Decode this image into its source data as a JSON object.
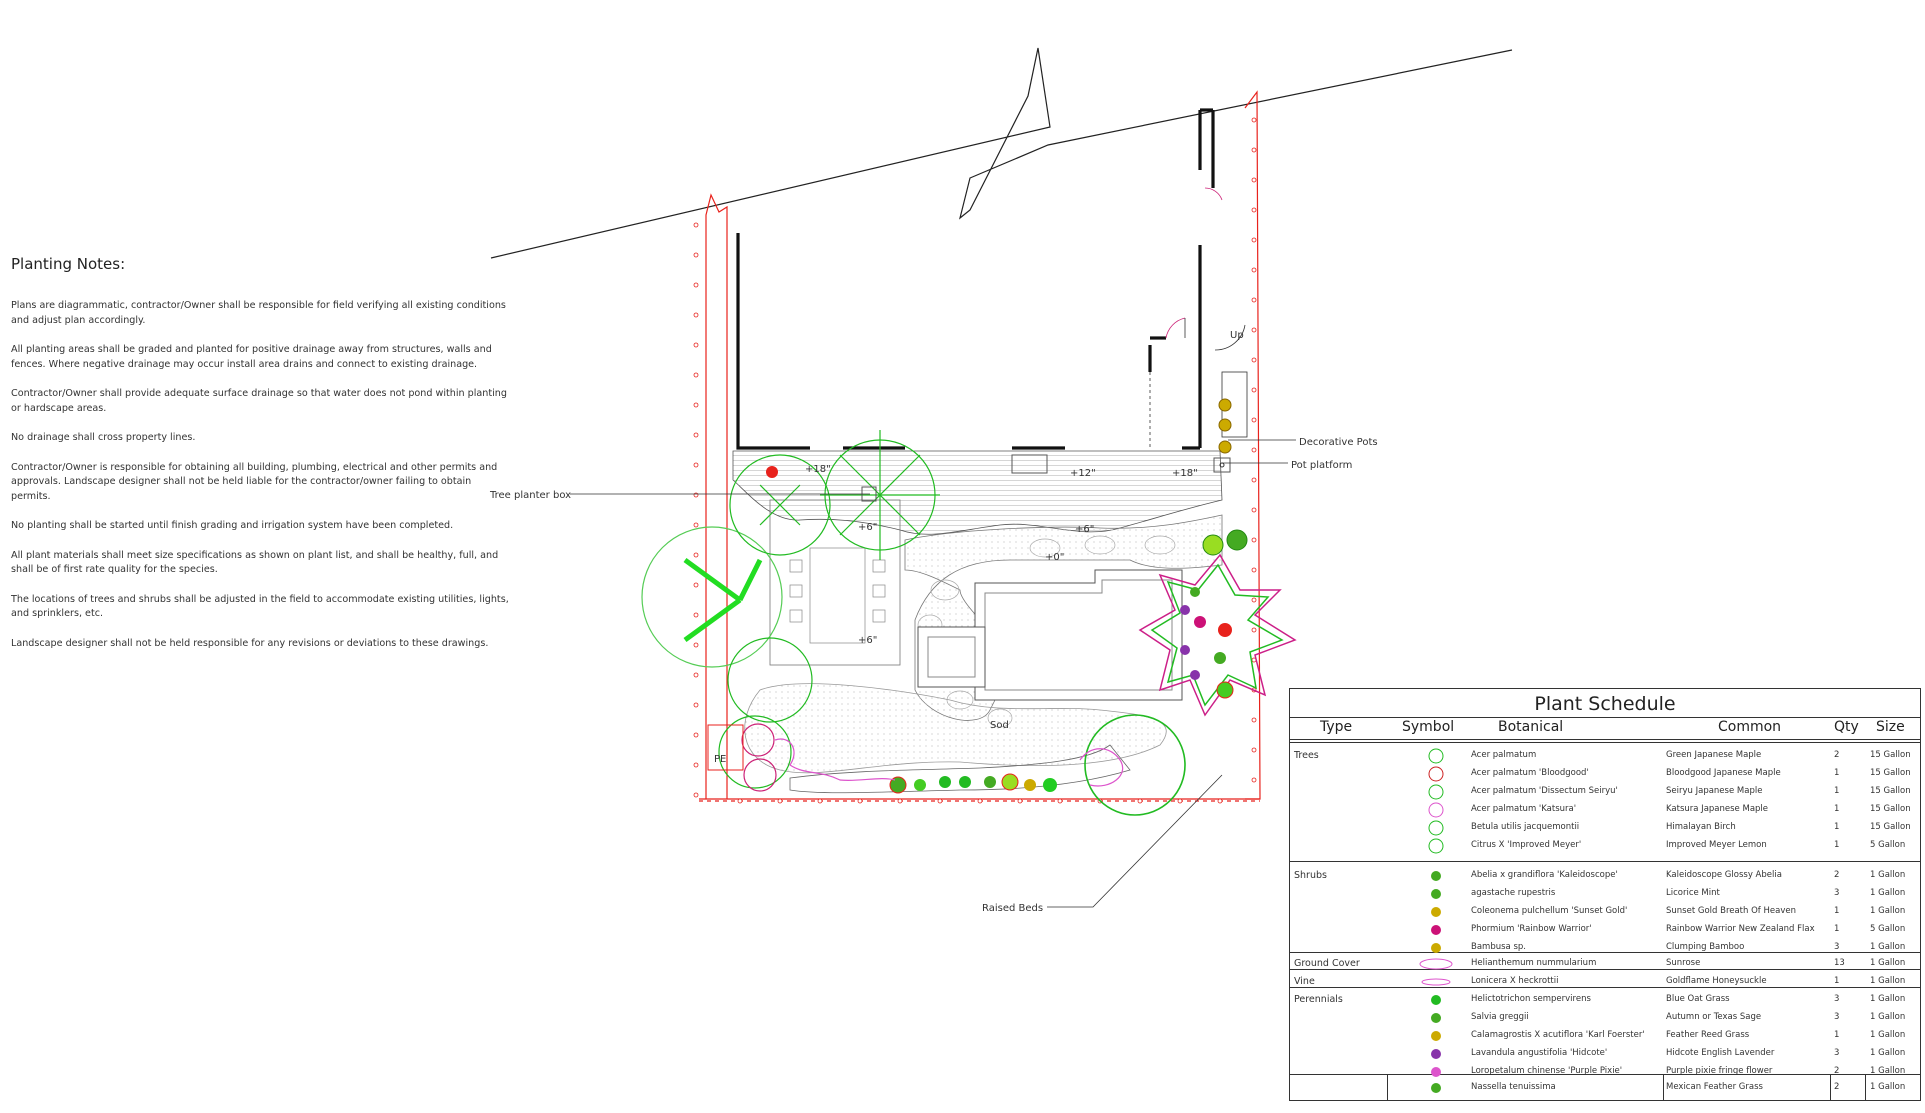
{
  "planting_notes": {
    "title": "Planting Notes:",
    "notes": [
      "Plans are diagrammatic, contractor/Owner shall be responsible for field verifying all existing conditions and adjust plan accordingly.",
      "All planting areas shall be graded and planted for positive drainage away from structures, walls and fences.  Where negative drainage may occur install area drains and connect to existing drainage.",
      "Contractor/Owner shall provide adequate surface drainage so that water does not pond within planting or hardscape areas.",
      "No drainage shall cross property lines.",
      "Contractor/Owner is responsible for obtaining all building, plumbing, electrical and other permits and approvals.  Landscape designer shall not be held liable for the contractor/owner failing to obtain permits.",
      "No planting shall be started until finish grading and irrigation system have been completed.",
      "All plant materials shall meet size specifications as shown on plant list, and shall be healthy, full, and shall be of first rate quality for the species.",
      "The locations of trees and shrubs shall be adjusted in the field to accommodate existing utilities, lights, and sprinklers, etc.",
      "Landscape designer shall not be held responsible for any revisions or deviations to these drawings."
    ]
  },
  "plan_labels": {
    "up": "Up",
    "decorative_pots": "Decorative Pots",
    "pot_platform": "Pot platform",
    "tree_planter_box": "Tree planter box",
    "raised_beds": "Raised Beds",
    "sod": "Sod",
    "pe": "PE",
    "elev_18_left": "+18\"",
    "elev_12": "+12\"",
    "elev_18_right": "+18\"",
    "elev_6_top": "+6\"",
    "elev_6_right": "+6\"",
    "elev_0": "+0\"",
    "elev_6_bottom": "+6\""
  },
  "plant_schedule": {
    "title": "Plant Schedule",
    "headers": {
      "type": "Type",
      "symbol": "Symbol",
      "botanical": "Botanical",
      "common": "Common",
      "qty": "Qty",
      "size": "Size"
    },
    "colors": {
      "tree": "#22bb22",
      "tree_red": "#cc2222",
      "shrub_green": "#44aa22",
      "shrub_yellow": "#ccaa00",
      "shrub_magenta": "#cc1177",
      "groundcover": "#dd55cc",
      "perennial_purple": "#8833aa",
      "property_line": "#e8221c",
      "building": "#111111"
    },
    "rows": [
      {
        "type": "Trees",
        "symbol": "acer-palmatum-icon",
        "botanical": "Acer palmatum",
        "common": "Green Japanese Maple",
        "qty": "2",
        "size": "15 Gallon"
      },
      {
        "type": "",
        "symbol": "bloodgood-maple-icon",
        "botanical": "Acer palmatum 'Bloodgood'",
        "common": "Bloodgood Japanese Maple",
        "qty": "1",
        "size": "15 Gallon"
      },
      {
        "type": "",
        "symbol": "seiryu-maple-icon",
        "botanical": "Acer palmatum 'Dissectum Seiryu'",
        "common": "Seiryu Japanese Maple",
        "qty": "1",
        "size": "15 Gallon"
      },
      {
        "type": "",
        "symbol": "katsura-maple-icon",
        "botanical": "Acer palmatum 'Katsura'",
        "common": "Katsura Japanese Maple",
        "qty": "1",
        "size": "15 Gallon"
      },
      {
        "type": "",
        "symbol": "birch-icon",
        "botanical": "Betula utilis jacquemontii",
        "common": "Himalayan Birch",
        "qty": "1",
        "size": "15 Gallon"
      },
      {
        "type": "",
        "symbol": "citrus-icon",
        "botanical": "Citrus X 'Improved Meyer'",
        "common": "Improved Meyer Lemon",
        "qty": "1",
        "size": "5 Gallon"
      },
      {
        "type": "Shrubs",
        "symbol": "abelia-icon",
        "botanical": "Abelia x grandiflora 'Kaleidoscope'",
        "common": "Kaleidoscope Glossy Abelia",
        "qty": "2",
        "size": "1 Gallon"
      },
      {
        "type": "",
        "symbol": "agastache-icon",
        "botanical": "agastache rupestris",
        "common": "Licorice Mint",
        "qty": "3",
        "size": "1 Gallon"
      },
      {
        "type": "",
        "symbol": "coleonema-icon",
        "botanical": "Coleonema pulchellum 'Sunset Gold'",
        "common": "Sunset Gold Breath Of Heaven",
        "qty": "1",
        "size": "1 Gallon"
      },
      {
        "type": "",
        "symbol": "phormium-icon",
        "botanical": "Phormium 'Rainbow Warrior'",
        "common": "Rainbow Warrior New Zealand Flax",
        "qty": "1",
        "size": "5 Gallon"
      },
      {
        "type": "",
        "symbol": "bamboo-icon",
        "botanical": "Bambusa sp.",
        "common": "Clumping Bamboo",
        "qty": "3",
        "size": "1 Gallon"
      },
      {
        "type": "Ground Cover",
        "symbol": "sunrose-icon",
        "botanical": "Helianthemum nummularium",
        "common": "Sunrose",
        "qty": "13",
        "size": "1 Gallon"
      },
      {
        "type": "Vine",
        "symbol": "honeysuckle-icon",
        "botanical": "Lonicera X heckrottii",
        "common": "Goldflame Honeysuckle",
        "qty": "1",
        "size": "1 Gallon"
      },
      {
        "type": "Perennials",
        "symbol": "oat-grass-icon",
        "botanical": "Helictotrichon sempervirens",
        "common": "Blue Oat Grass",
        "qty": "3",
        "size": "1 Gallon"
      },
      {
        "type": "",
        "symbol": "salvia-icon",
        "botanical": "Salvia greggii",
        "common": "Autumn or Texas Sage",
        "qty": "3",
        "size": "1 Gallon"
      },
      {
        "type": "",
        "symbol": "feather-reed-icon",
        "botanical": "Calamagrostis X acutiflora 'Karl Foerster'",
        "common": "Feather Reed Grass",
        "qty": "1",
        "size": "1 Gallon"
      },
      {
        "type": "",
        "symbol": "lavender-icon",
        "botanical": "Lavandula angustifolia 'Hidcote'",
        "common": "Hidcote English Lavender",
        "qty": "3",
        "size": "1 Gallon"
      },
      {
        "type": "",
        "symbol": "loropetalum-icon",
        "botanical": "Loropetalum chinense 'Purple Pixie'",
        "common": "Purple pixie fringe flower",
        "qty": "2",
        "size": "1 Gallon"
      },
      {
        "type": "",
        "symbol": "nassella-icon",
        "botanical": "Nassella tenuissima",
        "common": "Mexican Feather Grass",
        "qty": "2",
        "size": "1 Gallon"
      }
    ]
  }
}
